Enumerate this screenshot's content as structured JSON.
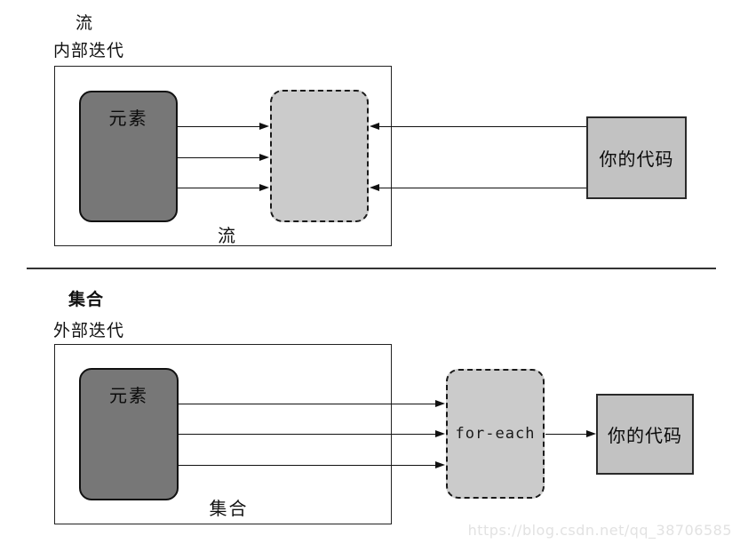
{
  "top": {
    "title": "流",
    "subtitle": "内部迭代",
    "elements_label": "元素",
    "inner_caption": "流",
    "code_label": "你的代码"
  },
  "bottom": {
    "title": "集合",
    "subtitle": "外部迭代",
    "elements_label": "元素",
    "foreach_label": "for-each",
    "inner_caption": "集合",
    "code_label": "你的代码"
  },
  "watermark": "https://blog.csdn.net/qq_38706585",
  "colors": {
    "dark_box_fill": "#777777",
    "dashed_box_fill": "#cbcbcb",
    "code_box_fill": "#c2c2c2",
    "line": "#111111",
    "watermark_text": "#e2e2e2",
    "background": "#ffffff"
  }
}
